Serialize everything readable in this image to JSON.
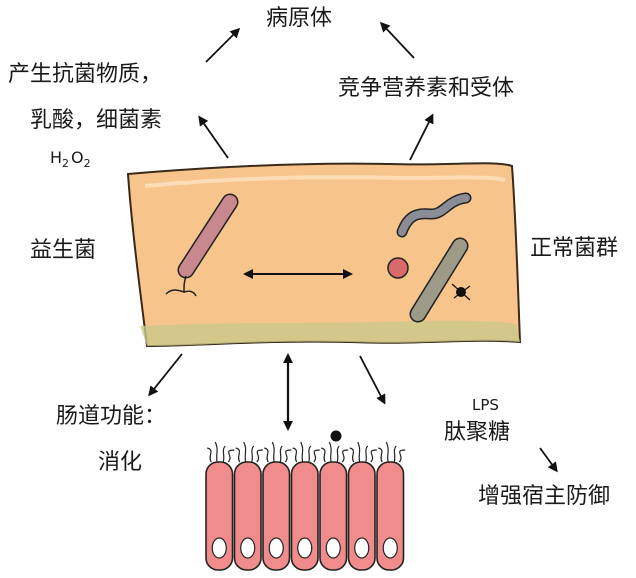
{
  "labels": {
    "pathogen": "病原体",
    "antimicrobial_line1": "产生抗菌物质，",
    "antimicrobial_line2": "乳酸，细菌素",
    "h2o2": {
      "h": "H",
      "sub1": "2",
      "o": "O",
      "sub2": "2"
    },
    "compete": "竞争营养素和受体",
    "probiotic": "益生菌",
    "normal_flora": "正常菌群",
    "gut_function_line1": "肠道功能：",
    "gut_function_line2": "消化",
    "lps": "LPS",
    "peptidoglycan": "肽聚糖",
    "host_defense": "增强宿主防御"
  },
  "colors": {
    "block_fill": "#f7c48c",
    "block_stroke": "#3a2a1a",
    "block_bottom": "#c9c98a",
    "rod_probiotic": "#c8888e",
    "rod_normal": "#9e9a88",
    "worm": "#8a8c96",
    "coccus": "#d96a6a",
    "cell_fill": "#f08c8c",
    "cell_stroke": "#222222",
    "nucleus": "#ffffff"
  }
}
